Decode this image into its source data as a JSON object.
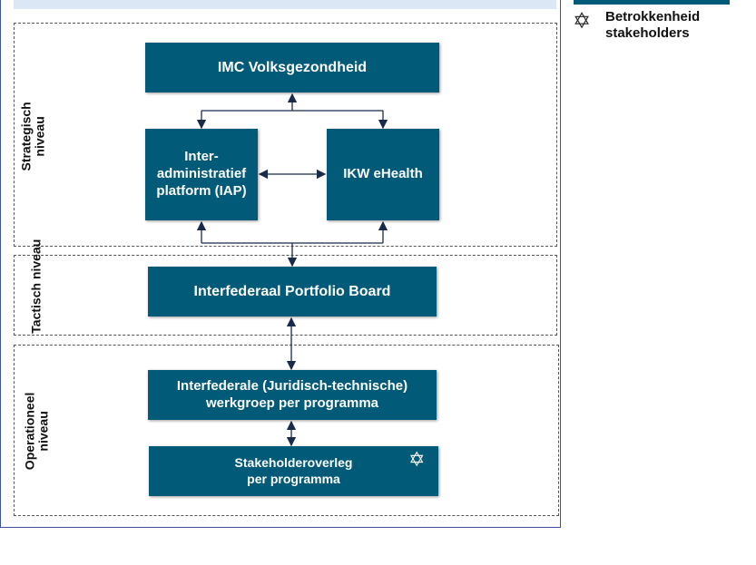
{
  "levels": {
    "strategic": "Strategisch niveau",
    "tactical": "Tactisch niveau",
    "operational": "Operationeel niveau"
  },
  "boxes": {
    "imc": "IMC Volksgezondheid",
    "iap": "Inter-administratief platform (IAP)",
    "ikw": "IKW eHealth",
    "ipb": "Interfederaal Portfolio Board",
    "werkgroep": "Interfederale (Juridisch-technische) werkgroep per programma",
    "stakeholder": "Stakeholderoverleg per programma"
  },
  "legend": {
    "star_label": "Betrokkenheid stakeholders",
    "star_icon": "six-point-star"
  },
  "colors": {
    "box": "#005a78",
    "header": "#dce7f5",
    "frame": "#3f52a0"
  }
}
